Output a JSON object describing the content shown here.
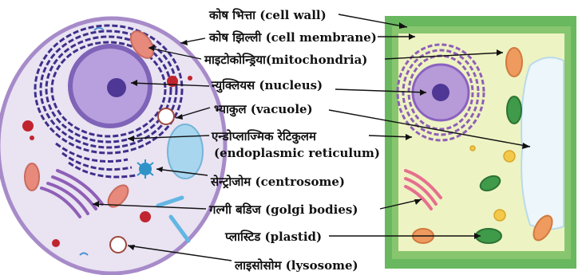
{
  "labels": {
    "cell_wall": "कोष भित्ता (cell wall)",
    "cell_membrane": "कोष झिल्ली (cell membrane)",
    "mitochondria": "माइटोकोन्ड्रिया(mitochondria)",
    "nucleus": "न्युक्लियस (nucleus)",
    "vacuole": "भ्याकुल (vacuole)",
    "er_line1": "एन्डोप्लाज्मिक रेटिकुलम",
    "er_line2": "(endoplasmic reticulum)",
    "centrosome": "सेन्ट्रोजोम  (centrosome)",
    "golgi": "गल्गी बडिज (golgi bodies)",
    "plastid": "प्लास्टिड (plastid)",
    "lysosome": "लाइसोसोम (lysosome)"
  },
  "colors": {
    "animal_cytoplasm": "#e9e3f2",
    "animal_membrane": "#a78bc9",
    "nucleus_outer": "#7f63b8",
    "nucleus_inner": "#b7a0dd",
    "nucleolus": "#4f3796",
    "er": "#3f2f8a",
    "golgi": "#8f5fb6",
    "mitochondria": "#e78a7c",
    "red_vesicle": "#c0242e",
    "vacuole_animal": "#a7d6ee",
    "centrosome": "#2f93c8",
    "plant_wall": "#69b85f",
    "plant_membrane": "#88c56f",
    "plant_cytoplasm": "#eef3c3",
    "plant_vacuole": "#edf6fb",
    "chloroplast": "#3f9b4a",
    "plant_mitochondria": "#ef9a5f",
    "plant_golgi": "#e66f8e"
  }
}
